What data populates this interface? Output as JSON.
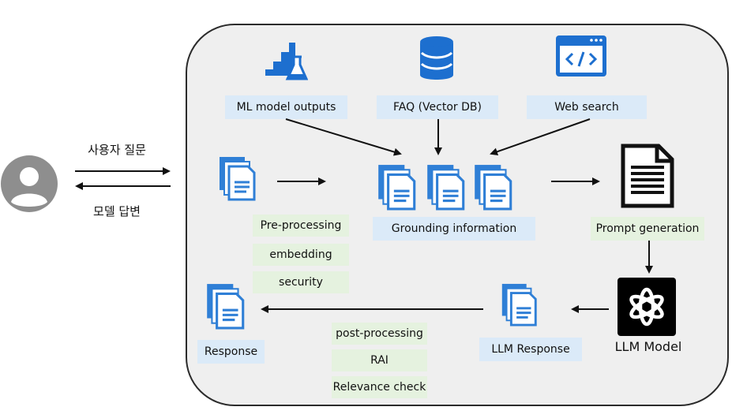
{
  "user": {
    "question_label": "사용자 질문",
    "answer_label": "모델 답변"
  },
  "sources": {
    "ml": "ML model outputs",
    "faq": "FAQ (Vector DB)",
    "web": "Web search"
  },
  "preprocessing": {
    "steps": [
      "Pre-processing",
      "embedding",
      "security"
    ]
  },
  "grounding_label": "Grounding information",
  "prompt_label": "Prompt generation",
  "llm_model_label": "LLM Model",
  "llm_response_label": "LLM Response",
  "postprocessing": {
    "steps": [
      "post-processing",
      "RAI",
      "Relevance check"
    ]
  },
  "response_label": "Response",
  "colors": {
    "panel": "#efefef",
    "blue_box": "#dbeaf8",
    "green_box": "#e5f2df",
    "doc_blue": "#2f7fd6"
  }
}
